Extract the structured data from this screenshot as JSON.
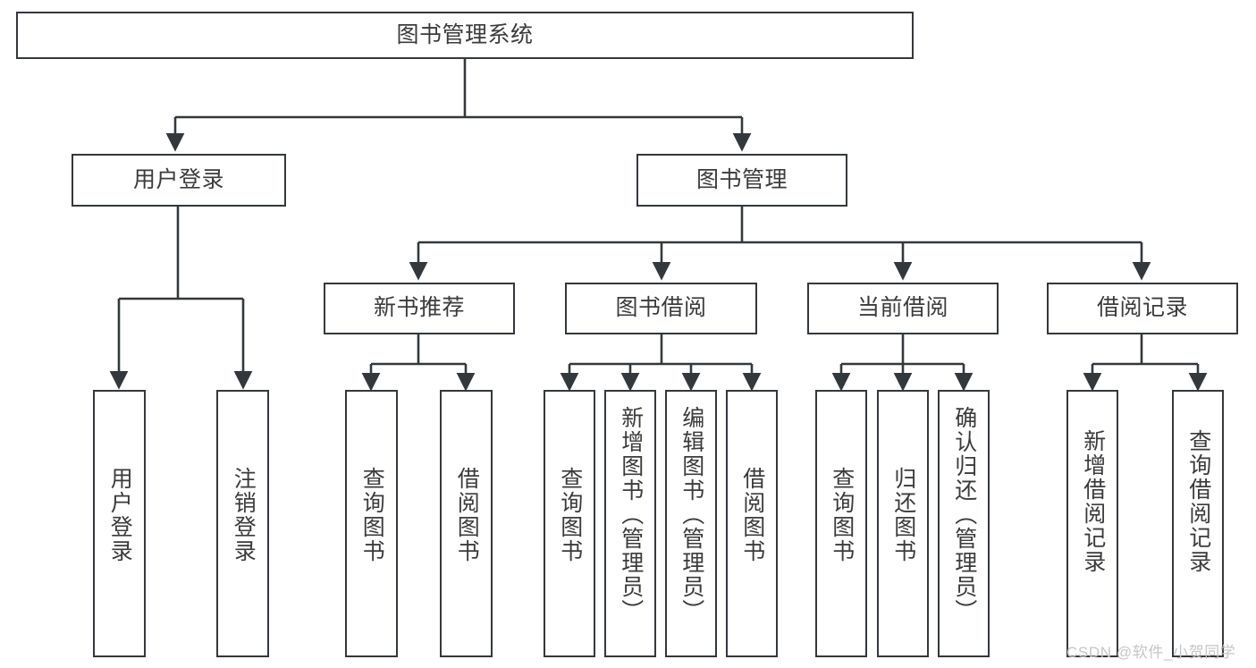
{
  "diagram": {
    "type": "tree-hierarchy",
    "title": "图书管理系统",
    "watermark": "CSDN @软件_小贺同学",
    "colors": {
      "stroke": "#33383d",
      "fill": "#ffffff",
      "text": "#3b3b3b",
      "watermark": "#c6c6c6"
    },
    "nodes": {
      "root": {
        "label": "图书管理系统",
        "level": 0,
        "orientation": "horizontal"
      },
      "l1": [
        {
          "id": "user-login",
          "label": "用户登录",
          "level": 1,
          "orientation": "horizontal"
        },
        {
          "id": "book-manage",
          "label": "图书管理",
          "level": 1,
          "orientation": "horizontal"
        }
      ],
      "l2": [
        {
          "id": "new-book-rec",
          "label": "新书推荐",
          "level": 2,
          "orientation": "horizontal",
          "parent": "book-manage"
        },
        {
          "id": "book-borrow",
          "label": "图书借阅",
          "level": 2,
          "orientation": "horizontal",
          "parent": "book-manage"
        },
        {
          "id": "current-borrow",
          "label": "当前借阅",
          "level": 2,
          "orientation": "horizontal",
          "parent": "book-manage"
        },
        {
          "id": "borrow-record",
          "label": "借阅记录",
          "level": 2,
          "orientation": "horizontal",
          "parent": "book-manage"
        }
      ],
      "leaves": [
        {
          "id": "leaf-user-login",
          "label": "用户登录",
          "parent": "user-login",
          "orientation": "vertical"
        },
        {
          "id": "leaf-user-logout",
          "label": "注销登录",
          "parent": "user-login",
          "orientation": "vertical"
        },
        {
          "id": "leaf-query-book-1",
          "label": "查询图书",
          "parent": "new-book-rec",
          "orientation": "vertical"
        },
        {
          "id": "leaf-borrow-book-1",
          "label": "借阅图书",
          "parent": "new-book-rec",
          "orientation": "vertical"
        },
        {
          "id": "leaf-query-book-2",
          "label": "查询图书",
          "parent": "book-borrow",
          "orientation": "vertical"
        },
        {
          "id": "leaf-add-book",
          "label": "新增图书（管理员）",
          "parent": "book-borrow",
          "orientation": "vertical"
        },
        {
          "id": "leaf-edit-book",
          "label": "编辑图书（管理员）",
          "parent": "book-borrow",
          "orientation": "vertical"
        },
        {
          "id": "leaf-borrow-book-2",
          "label": "借阅图书",
          "parent": "book-borrow",
          "orientation": "vertical"
        },
        {
          "id": "leaf-query-book-3",
          "label": "查询图书",
          "parent": "current-borrow",
          "orientation": "vertical"
        },
        {
          "id": "leaf-return-book",
          "label": "归还图书",
          "parent": "current-borrow",
          "orientation": "vertical"
        },
        {
          "id": "leaf-confirm-return",
          "label": "确认归还（管理员）",
          "parent": "current-borrow",
          "orientation": "vertical"
        },
        {
          "id": "leaf-add-record",
          "label": "新增借阅记录",
          "parent": "borrow-record",
          "orientation": "vertical"
        },
        {
          "id": "leaf-query-record",
          "label": "查询借阅记录",
          "parent": "borrow-record",
          "orientation": "vertical"
        }
      ]
    }
  }
}
